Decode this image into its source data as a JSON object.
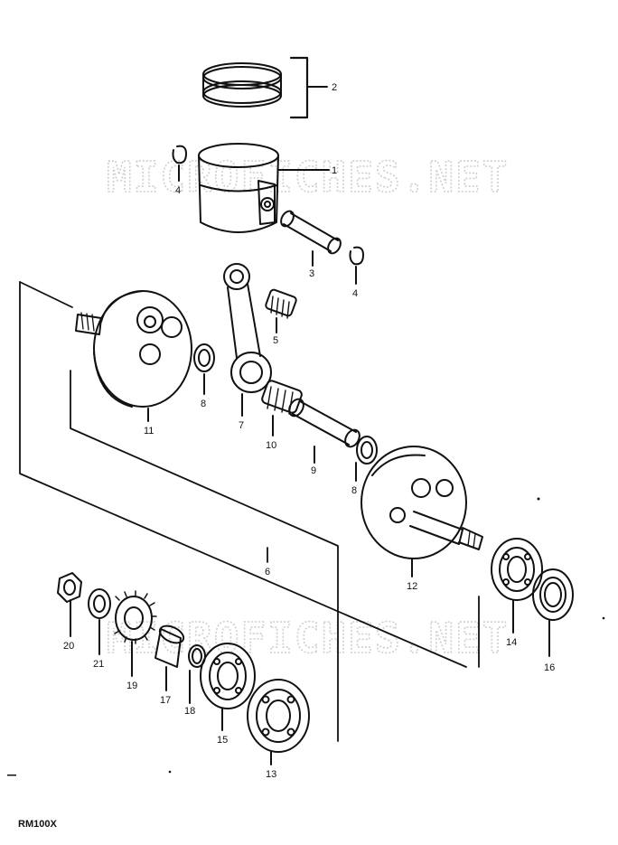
{
  "watermark": "MICROFICHES.NET",
  "model": "RM100X",
  "callouts": [
    "1",
    "2",
    "3",
    "4",
    "4",
    "5",
    "6",
    "7",
    "8",
    "8",
    "9",
    "10",
    "11",
    "12",
    "13",
    "14",
    "15",
    "16",
    "17",
    "18",
    "19",
    "20",
    "21"
  ],
  "parts": [
    {
      "callout": "1",
      "name": "Piston"
    },
    {
      "callout": "2",
      "name": "Piston ring set"
    },
    {
      "callout": "3",
      "name": "Piston pin"
    },
    {
      "callout": "4",
      "name": "Piston pin circlip"
    },
    {
      "callout": "5",
      "name": "Small end bearing"
    },
    {
      "callout": "6",
      "name": "Crankshaft assembly"
    },
    {
      "callout": "7",
      "name": "Connecting rod"
    },
    {
      "callout": "8",
      "name": "Crank thrust washer"
    },
    {
      "callout": "9",
      "name": "Crank pin"
    },
    {
      "callout": "10",
      "name": "Big end bearing"
    },
    {
      "callout": "11",
      "name": "Crankshaft, left"
    },
    {
      "callout": "12",
      "name": "Crankshaft, right"
    },
    {
      "callout": "13",
      "name": "Bearing"
    },
    {
      "callout": "14",
      "name": "Bearing"
    },
    {
      "callout": "15",
      "name": "Bearing"
    },
    {
      "callout": "16",
      "name": "Oil seal"
    },
    {
      "callout": "17",
      "name": "Spacer"
    },
    {
      "callout": "18",
      "name": "O-ring"
    },
    {
      "callout": "19",
      "name": "Primary drive gear"
    },
    {
      "callout": "20",
      "name": "Nut"
    },
    {
      "callout": "21",
      "name": "Washer"
    }
  ]
}
